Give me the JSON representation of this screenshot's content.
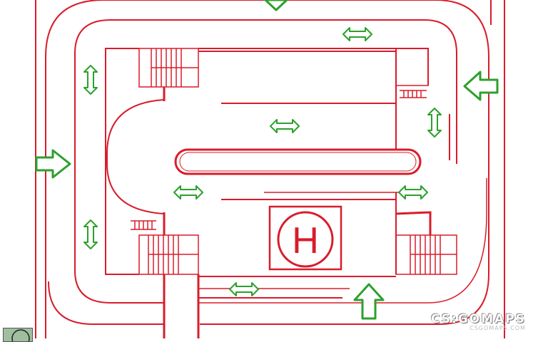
{
  "map": {
    "watermark": "CS:GOMAPS",
    "watermark_url": "CSGOMAPS.COM",
    "helipad_letter": "H"
  },
  "icons": {
    "arrow": "arrow-icon",
    "double_arrow": "double-arrow-icon",
    "helipad": "helipad-icon",
    "stairs": "stairs-icon"
  },
  "colors": {
    "wall": "#d81c2a",
    "arrow_fill": "#ffffff",
    "arrow_stroke": "#2ca02c",
    "background": "#ffffff"
  }
}
